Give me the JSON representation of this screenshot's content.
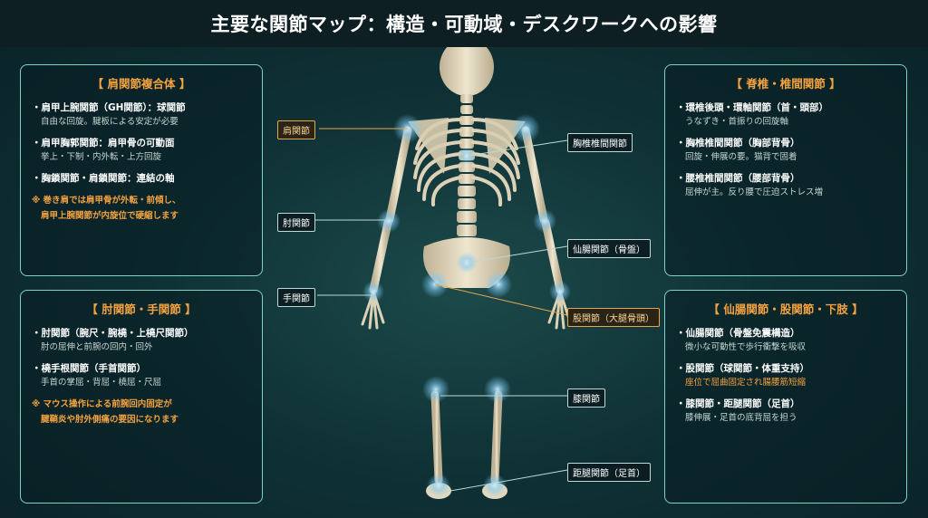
{
  "title": "主要な関節マップ：構造・可動域・デスクワークへの影響",
  "panels": {
    "shoulder": {
      "title": "【 肩関節複合体 】",
      "items": [
        {
          "head": "・肩甲上腕関節（GH関節）：球関節",
          "sub": "自由な回旋。腱板による安定が必要"
        },
        {
          "head": "・肩甲胸郭関節：肩甲骨の可動面",
          "sub": "挙上・下制・内外転・上方回旋"
        },
        {
          "head": "・胸鎖関節・肩鎖関節：連結の軸",
          "sub": ""
        }
      ],
      "note_line1": "※ 巻き肩では肩甲骨が外転・前傾し、",
      "note_line2": "肩甲上腕関節が内旋位で硬縮します"
    },
    "elbow": {
      "title": "【 肘関節・手関節 】",
      "items": [
        {
          "head": "・肘関節（腕尺・腕橈・上橈尺関節）",
          "sub": "肘の屈伸と前腕の回内・回外"
        },
        {
          "head": "・橈手根関節（手首関節）",
          "sub": "手首の掌屈・背屈・橈屈・尺屈"
        }
      ],
      "note_line1": "※ マウス操作による前腕回内固定が",
      "note_line2": "腱鞘炎や肘外側痛の要因になります"
    },
    "spine": {
      "title": "【 脊椎・椎間関節 】",
      "items": [
        {
          "head": "・環椎後頭・環軸関節（首・頭部）",
          "sub": "うなずき・首振りの回旋軸"
        },
        {
          "head": "・胸椎椎間関節（胸部背骨）",
          "sub": "回旋・伸展の要。猫背で固着"
        },
        {
          "head": "・腰椎椎間関節（腰部背骨）",
          "sub": "屈伸が主。反り腰で圧迫ストレス増"
        }
      ]
    },
    "hip": {
      "title": "【 仙腸関節・股関節・下肢 】",
      "items": [
        {
          "head": "・仙腸関節（骨盤免震構造）",
          "sub": "微小な可動性で歩行衝撃を吸収"
        },
        {
          "head": "・股関節（球関節・体重支持）",
          "sub": "座位で屈曲固定され腸腰筋短縮"
        },
        {
          "head": "・膝関節・距腿関節（足首）",
          "sub": "膝伸展・足首の底背屈を担う"
        }
      ]
    }
  },
  "labels": {
    "shoulder": "肩関節",
    "elbow": "肘関節",
    "wrist": "手関節",
    "thoracic": "胸椎椎間関節",
    "sacroiliac": "仙腸関節（骨盤）",
    "hip": "股関節（大腿骨頭）",
    "knee": "膝関節",
    "ankle": "距腿関節（足首）"
  },
  "colors": {
    "accent": "#f5a340",
    "panel_border": "#7fd3c6",
    "joint_glow": "#9fd8ff",
    "bone": "#e6dcc3"
  }
}
